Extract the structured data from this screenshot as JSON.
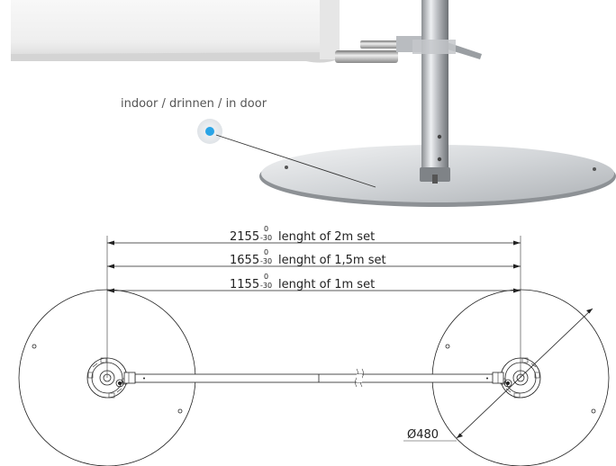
{
  "callout": {
    "label": "indoor / drinnen / in door",
    "dot_color": "#2aa4e6"
  },
  "dimensions": [
    {
      "value": "2155",
      "tol_upper": "0",
      "tol_lower": "-30",
      "text": "lenght of 2m set"
    },
    {
      "value": "1655",
      "tol_upper": "0",
      "tol_lower": "-30",
      "text": "lenght of 1,5m set"
    },
    {
      "value": "1155",
      "tol_upper": "0",
      "tol_lower": "-30",
      "text": "lenght of 1m set"
    }
  ],
  "diameter_label": "Ø480"
}
